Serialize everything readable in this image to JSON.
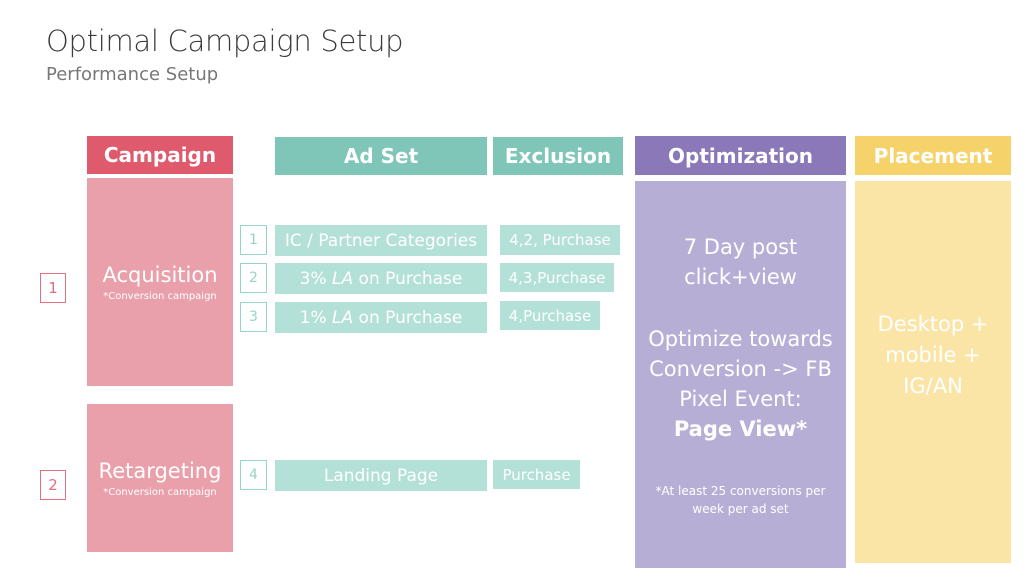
{
  "title": "Optimal Campaign Setup",
  "subtitle": "Performance Setup",
  "colors": {
    "campaign": "#e05a6e",
    "campaign_light": "#eaa0aa",
    "adset": "#7fc6b8",
    "adset_light": "#b3e0d7",
    "optimization": "#8a78b8",
    "optimization_light": "#b7aed6",
    "placement": "#f6d26a",
    "placement_light": "#fae4a6"
  },
  "headers": {
    "campaign": "Campaign",
    "adset": "Ad Set",
    "exclusion": "Exclusion",
    "optimization": "Optimization",
    "placement": "Placement"
  },
  "campaigns": [
    {
      "number": "1",
      "name": "Acquisition",
      "subtitle": "*Conversion campaign"
    },
    {
      "number": "2",
      "name": "Retargeting",
      "subtitle": "*Conversion campaign"
    }
  ],
  "adsets": [
    {
      "number": "1",
      "label": "IC / Partner Categories",
      "exclusion": "4,2, Purchase"
    },
    {
      "number": "2",
      "label_pre": "3% ",
      "label_em": "LA",
      "label_post": " on Purchase",
      "exclusion": "4,3,Purchase"
    },
    {
      "number": "3",
      "label_pre": "1% ",
      "label_em": "LA",
      "label_post": " on Purchase",
      "exclusion": "4,Purchase"
    },
    {
      "number": "4",
      "label": "Landing Page",
      "exclusion": "Purchase"
    }
  ],
  "optimization": {
    "line1": "7 Day post",
    "line2": "click+view",
    "line3": "Optimize towards",
    "line4": "Conversion -> FB",
    "line5": "Pixel Event:",
    "strong": "Page View*",
    "note1": "*At least 25 conversions per",
    "note2": "week per ad set"
  },
  "placement": {
    "line1": "Desktop +",
    "line2": "mobile +",
    "line3": "IG/AN"
  }
}
